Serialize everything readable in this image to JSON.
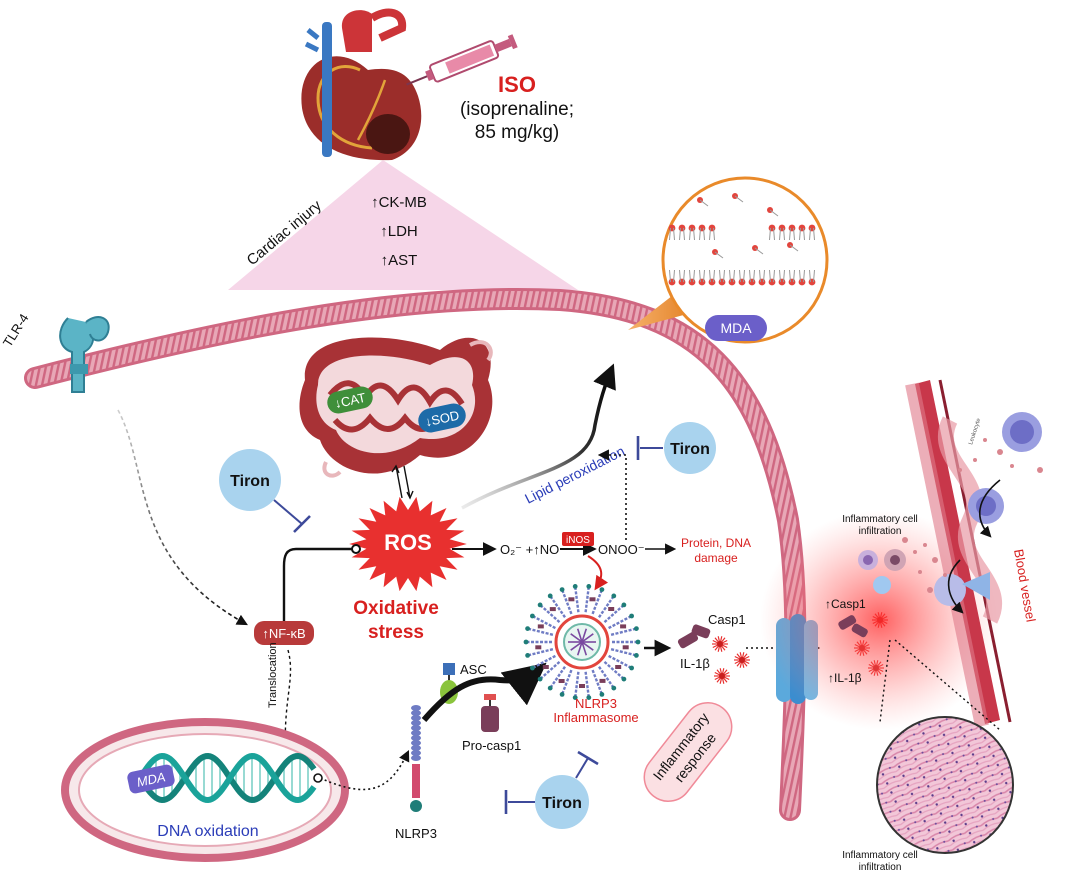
{
  "iso": {
    "title": "ISO",
    "line1": "(isoprenaline;",
    "line2": "85 mg/kg)"
  },
  "cardiac_injury": {
    "label": "Cardiac injury",
    "markers": [
      "↑CK-MB",
      "↑LDH",
      "↑AST"
    ]
  },
  "receptor": {
    "label": "TLR-4"
  },
  "mda_label": "MDA",
  "mitochondria": {
    "cat": "↓CAT",
    "sod": "↓SOD"
  },
  "tiron_label": "Tiron",
  "ros": {
    "label": "ROS",
    "stress1": "Oxidative",
    "stress2": "stress"
  },
  "nfkb": "↑NF-κB",
  "translocation": "Translocation",
  "dna": {
    "label": "DNA oxidation"
  },
  "nlrp3": "NLRP3",
  "asc": "ASC",
  "procasp": "Pro-casp1",
  "inflammasome": {
    "line1": "NLRP3",
    "line2": "Inflammasome"
  },
  "reaction": {
    "reactants": "O₂⁻ +↑NO",
    "inos": "iNOS",
    "product": "ONOO⁻"
  },
  "lipid_peroxidation": "Lipid peroxidation",
  "damage": {
    "line1": "Protein, DNA",
    "line2": "damage"
  },
  "casp1": "Casp1",
  "il1b": "IL-1β",
  "inflammatory_response": {
    "line1": "Inflammatory",
    "line2": "response"
  },
  "tissue": {
    "casp1": "↑Casp1",
    "il1b": "↑IL-1β",
    "infiltration_top_1": "Inflammatory cell",
    "infiltration_top_2": "infiltration",
    "infiltration_bottom_1": "Inflammatory cell",
    "infiltration_bottom_2": "infiltration",
    "blood_vessel": "Blood vessel",
    "leukocyte": "Leukocyte"
  },
  "colors": {
    "membrane": "#d9758d",
    "red": "#d8201f",
    "blue_text": "#2b3db8",
    "tiron": "#a9d3ee",
    "nfkb": "#b83a3a",
    "pink_triangle": "#f6d6e8",
    "orange": "#e98a2a"
  }
}
